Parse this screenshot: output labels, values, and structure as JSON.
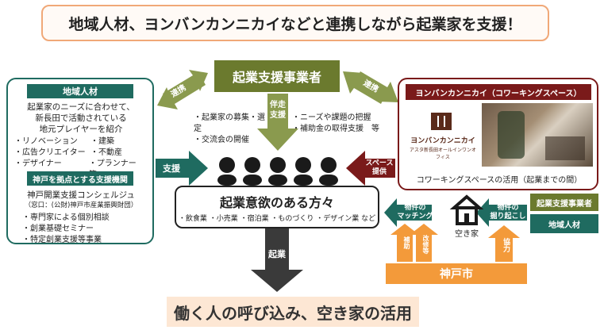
{
  "header": {
    "title": "地域人材、ヨンバンカンニカイなどと連携しながら起業家を支援！"
  },
  "center_box": {
    "title": "起業支援事業者"
  },
  "center_items_left": [
    "・起業家の募集・選定",
    "・交流会の開催"
  ],
  "center_items_right": [
    "・ニーズや課題の把握",
    "・補助金の取得支援　等"
  ],
  "banso": "伴走\n支援",
  "renkei": "連携",
  "left_panel": {
    "header": "地域人材",
    "lines": [
      "起業家のニーズに合わせて、",
      "新長田で活動されている",
      "地元プレイヤーを紹介"
    ],
    "list": [
      [
        "・リノベーション",
        "・建築"
      ],
      [
        "・広告クリエイター",
        "・不動産"
      ],
      [
        "・デザイナー",
        "・プランナー　等"
      ]
    ],
    "sub_header": "神戸を拠点とする支援機関",
    "sub_title": "神戸開業支援コンシェルジュ",
    "sub_note": "（窓口：(公財)神戸市産業振興財団）",
    "sub_list": [
      "・専門家による個別相談",
      "・創業基礎セミナー",
      "・特定創業支援等事業"
    ]
  },
  "right_panel": {
    "header": "ヨンバンカンニカイ（コワーキングスペース）",
    "logo_text": "ヨンバンカンニカイ",
    "logo_sub": "アスタ新長田オールインワンオフィス",
    "caption": "コワーキングスペースの活用（起業までの間）"
  },
  "arrows": {
    "shien": "支援",
    "space": "スペース\n提供",
    "kigyo": "起業",
    "matching": "物件の\nマッチング",
    "horiokoshi": "物件の\n掘り起こし",
    "hojo": "補助",
    "kaishu": "改修等",
    "kyoryoku": "協力"
  },
  "main_box": {
    "title": "起業意欲のある方々",
    "sub": "・飲食業 ・小売業 ・宿泊業 ・ものづくり ・デザイン業 など"
  },
  "akiya": "空き家",
  "right_boxes": [
    "起業支援事業者",
    "地域人材"
  ],
  "kobe": "神戸市",
  "footer": "働く人の呼び込み、空き家の活用",
  "colors": {
    "olive": "#6b7a2e",
    "teal": "#1f6b60",
    "maroon": "#7a1a1a",
    "orange": "#f39a3a",
    "dark": "#3a3a3a"
  }
}
